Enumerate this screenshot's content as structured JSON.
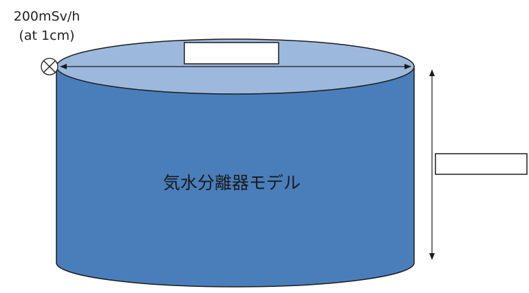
{
  "dose_label": {
    "line1": "200mSv/h",
    "line2": "(at 1cm)"
  },
  "cylinder": {
    "label": "気水分離器モデル",
    "side_color": "#4a7ebb",
    "top_color": "#9cb8dc",
    "outline_color": "#1b1b1b"
  },
  "icons": {
    "source_marker": "circle-cross-icon",
    "diameter_arrow": "double-headed-arrow-icon",
    "height_arrow": "double-headed-arrow-icon"
  },
  "placeholders": {
    "diameter_value": "",
    "height_value": ""
  }
}
